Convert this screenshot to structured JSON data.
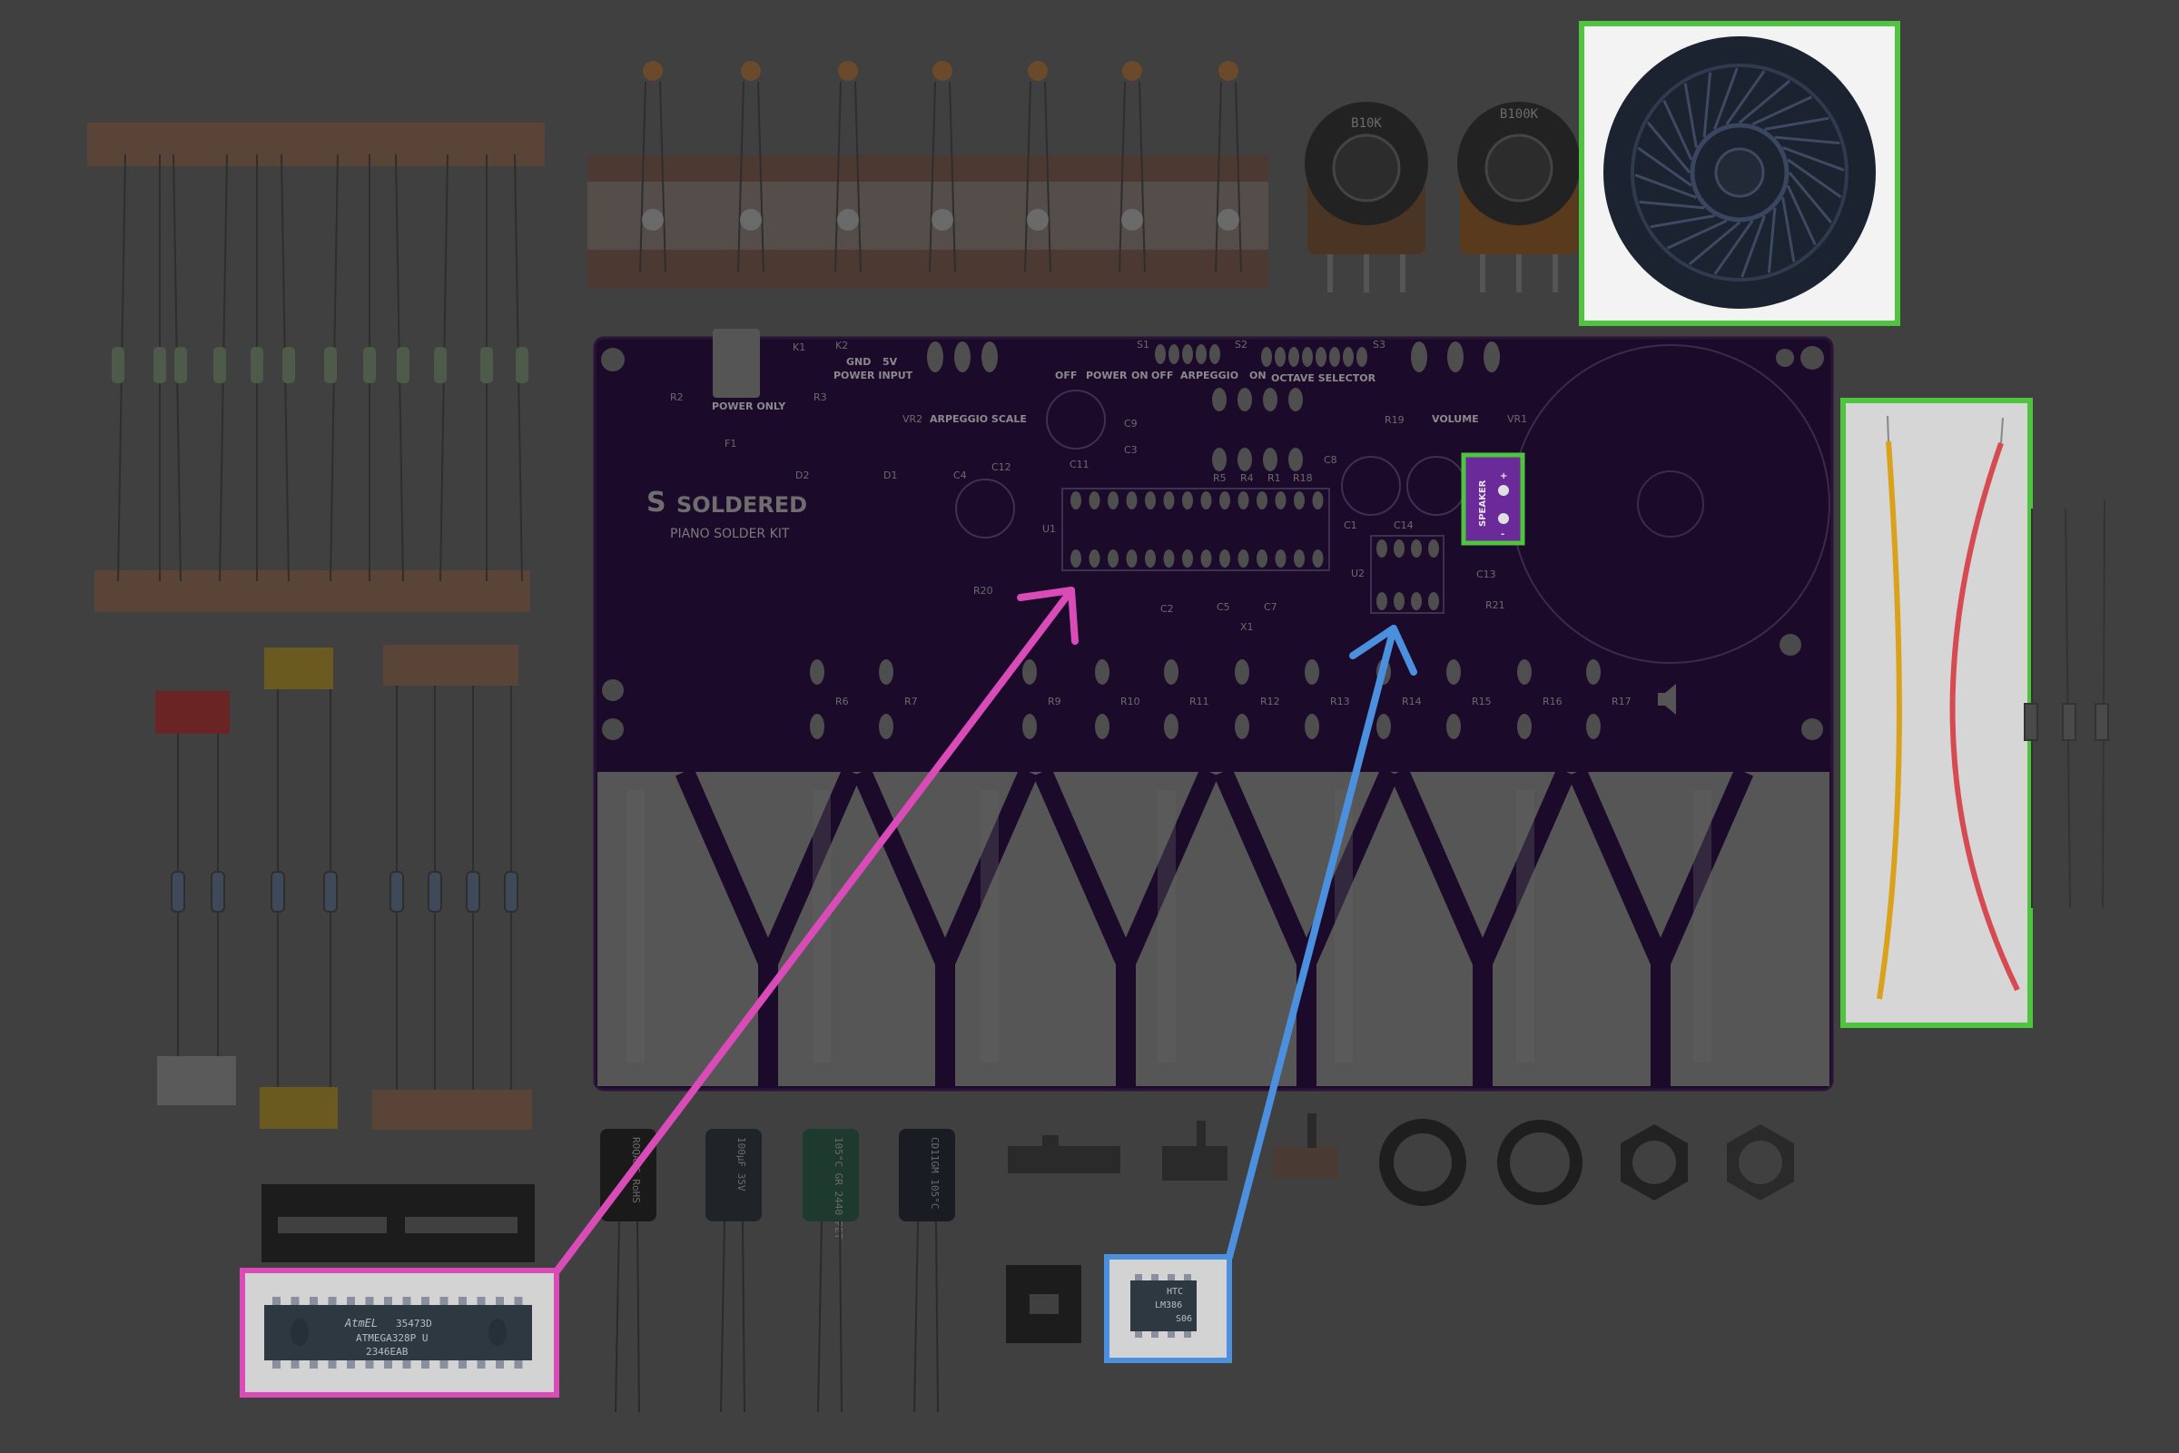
{
  "pcb": {
    "brand": "SOLDERED",
    "product": "PIANO SOLDER KIT",
    "labels": {
      "power_only": "POWER ONLY",
      "gnd": "GND",
      "v5": "5V",
      "power_input": "POWER INPUT",
      "arpeggio_scale": "ARPEGGIO SCALE",
      "vr2": "VR2",
      "off1": "OFF",
      "power": "POWER",
      "on1": "ON",
      "off2": "OFF",
      "arpeggio": "ARPEGGIO",
      "on2": "ON",
      "octave_selector": "OCTAVE SELECTOR",
      "volume": "VOLUME",
      "vr1": "VR1",
      "s1": "S1",
      "s2": "S2",
      "s3": "S3",
      "k1": "K1",
      "k2": "K2",
      "r2": "R2",
      "r3": "R3",
      "f1": "F1",
      "d1": "D1",
      "d2": "D2",
      "c4": "C4",
      "c12": "C12",
      "c11": "C11",
      "c9": "C9",
      "c3": "C3",
      "c8": "C8",
      "c1": "C1",
      "c14": "C14",
      "c13": "C13",
      "c2": "C2",
      "c5": "C5",
      "c7": "C7",
      "x1": "X1",
      "r5": "R5",
      "r4": "R4",
      "r1": "R1",
      "r18": "R18",
      "r19": "R19",
      "r20": "R20",
      "r21": "R21",
      "u1": "U1",
      "u2": "U2"
    },
    "key_resistors": [
      "R6",
      "R7",
      "R9",
      "R10",
      "R11",
      "R12",
      "R13",
      "R14",
      "R15",
      "R16",
      "R17"
    ]
  },
  "speaker_pad": {
    "label": "SPEAKER",
    "plus": "+",
    "minus": "-"
  },
  "potentiometers": [
    "B10K",
    "B100K"
  ],
  "mcu_chip": {
    "logo": "AtmEL",
    "lines": [
      "35473D",
      "ATMEGA328P U",
      "2346EAB"
    ]
  },
  "amp_chip": {
    "lines": [
      "HTC",
      "LM386",
      "S06"
    ]
  },
  "capacitor_markings": [
    "ROQANG RoHS",
    "100µF 35V",
    "105°C GR 2440 PET",
    "CD11GM 105°C"
  ],
  "highlight_colors": {
    "green": "#4fc43f",
    "magenta": "#d94cb8",
    "blue": "#4a90de"
  }
}
